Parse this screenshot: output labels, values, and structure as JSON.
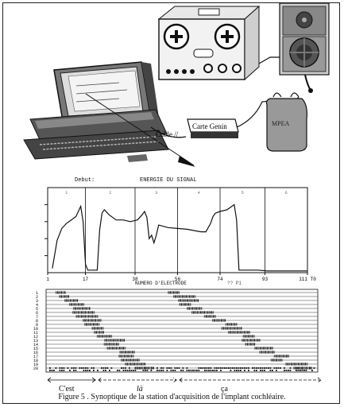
{
  "equipment": {
    "cable_label": "Cable //",
    "card_label": "Carte Genin",
    "device_label": "MPEA"
  },
  "chart_header": {
    "left": "Debut:",
    "center": "ENERGIE DU SIGNAL"
  },
  "chart_data": {
    "type": "line",
    "xlabel": "NUMERO D'ELECTRODE",
    "xlabel_suffix": "?? P1",
    "x_ticks": [
      "1",
      "17",
      "38",
      "56",
      "74",
      "93",
      "111 T0"
    ],
    "segment_markers": [
      "1",
      "2",
      "3",
      "4",
      "5",
      "6"
    ],
    "xlim": [
      1,
      111
    ],
    "ylim": [
      0,
      100
    ],
    "series": [
      {
        "points": [
          [
            3,
            5
          ],
          [
            5,
            38
          ],
          [
            7,
            52
          ],
          [
            9,
            58
          ],
          [
            11,
            62
          ],
          [
            12,
            64
          ],
          [
            13,
            66
          ],
          [
            14,
            72
          ],
          [
            15,
            78
          ],
          [
            16,
            60
          ],
          [
            17,
            10
          ],
          [
            18,
            3
          ],
          [
            22,
            3
          ],
          [
            23,
            50
          ],
          [
            24,
            70
          ],
          [
            25,
            74
          ],
          [
            27,
            68
          ],
          [
            30,
            62
          ],
          [
            33,
            62
          ],
          [
            36,
            60
          ],
          [
            39,
            62
          ],
          [
            41,
            68
          ],
          [
            42,
            72
          ],
          [
            43,
            65
          ],
          [
            44,
            40
          ],
          [
            45,
            44
          ],
          [
            46,
            35
          ],
          [
            47,
            44
          ],
          [
            48,
            56
          ],
          [
            52,
            53
          ],
          [
            56,
            52
          ],
          [
            60,
            51
          ],
          [
            64,
            49
          ],
          [
            66,
            48
          ],
          [
            68,
            48
          ],
          [
            70,
            58
          ],
          [
            71,
            66
          ],
          [
            72,
            70
          ],
          [
            74,
            72
          ],
          [
            77,
            74
          ],
          [
            79,
            78
          ],
          [
            80,
            80
          ],
          [
            81,
            62
          ],
          [
            82,
            3
          ],
          [
            87,
            3
          ],
          [
            90,
            3
          ],
          [
            94,
            2
          ],
          [
            111,
            2
          ]
        ]
      }
    ]
  },
  "raster": {
    "rows": [
      "1",
      "2",
      "3",
      "4",
      "5",
      "6",
      "7",
      "8",
      "9",
      "10",
      "11",
      "12",
      "13",
      "14",
      "15",
      "16",
      "17",
      "18",
      "19",
      "20"
    ]
  },
  "phonemes": [
    "C'est",
    "là",
    "ça"
  ],
  "caption": "Figure 5 . Synoptique de la station d'acquisition de l'implant cochléaire."
}
